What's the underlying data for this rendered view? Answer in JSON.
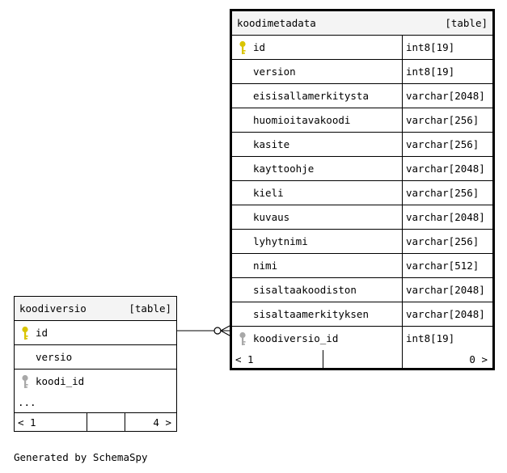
{
  "koodimetadata": {
    "name": "koodimetadata",
    "kind": "[table]",
    "columns": [
      {
        "name": "id",
        "type": "int8[19]",
        "key": "primary"
      },
      {
        "name": "version",
        "type": "int8[19]",
        "key": ""
      },
      {
        "name": "eisisallamerkitysta",
        "type": "varchar[2048]",
        "key": ""
      },
      {
        "name": "huomioitavakoodi",
        "type": "varchar[256]",
        "key": ""
      },
      {
        "name": "kasite",
        "type": "varchar[256]",
        "key": ""
      },
      {
        "name": "kayttoohje",
        "type": "varchar[2048]",
        "key": ""
      },
      {
        "name": "kieli",
        "type": "varchar[256]",
        "key": ""
      },
      {
        "name": "kuvaus",
        "type": "varchar[2048]",
        "key": ""
      },
      {
        "name": "lyhytnimi",
        "type": "varchar[256]",
        "key": ""
      },
      {
        "name": "nimi",
        "type": "varchar[512]",
        "key": ""
      },
      {
        "name": "sisaltaakoodiston",
        "type": "varchar[2048]",
        "key": ""
      },
      {
        "name": "sisaltaamerkityksen",
        "type": "varchar[2048]",
        "key": ""
      },
      {
        "name": "koodiversio_id",
        "type": "int8[19]",
        "key": "foreign"
      }
    ],
    "footer": {
      "left": "< 1",
      "right": "0 >"
    }
  },
  "koodiversio": {
    "name": "koodiversio",
    "kind": "[table]",
    "columns": [
      {
        "name": "id",
        "key": "primary"
      },
      {
        "name": "versio",
        "key": ""
      },
      {
        "name": "koodi_id",
        "key": "foreign"
      }
    ],
    "more": "...",
    "footer": {
      "left": "< 1",
      "right": "4 >"
    }
  },
  "credit": "Generated by SchemaSpy",
  "colors": {
    "primary_key": "#d9c400",
    "foreign_key": "#a8a8a8"
  }
}
